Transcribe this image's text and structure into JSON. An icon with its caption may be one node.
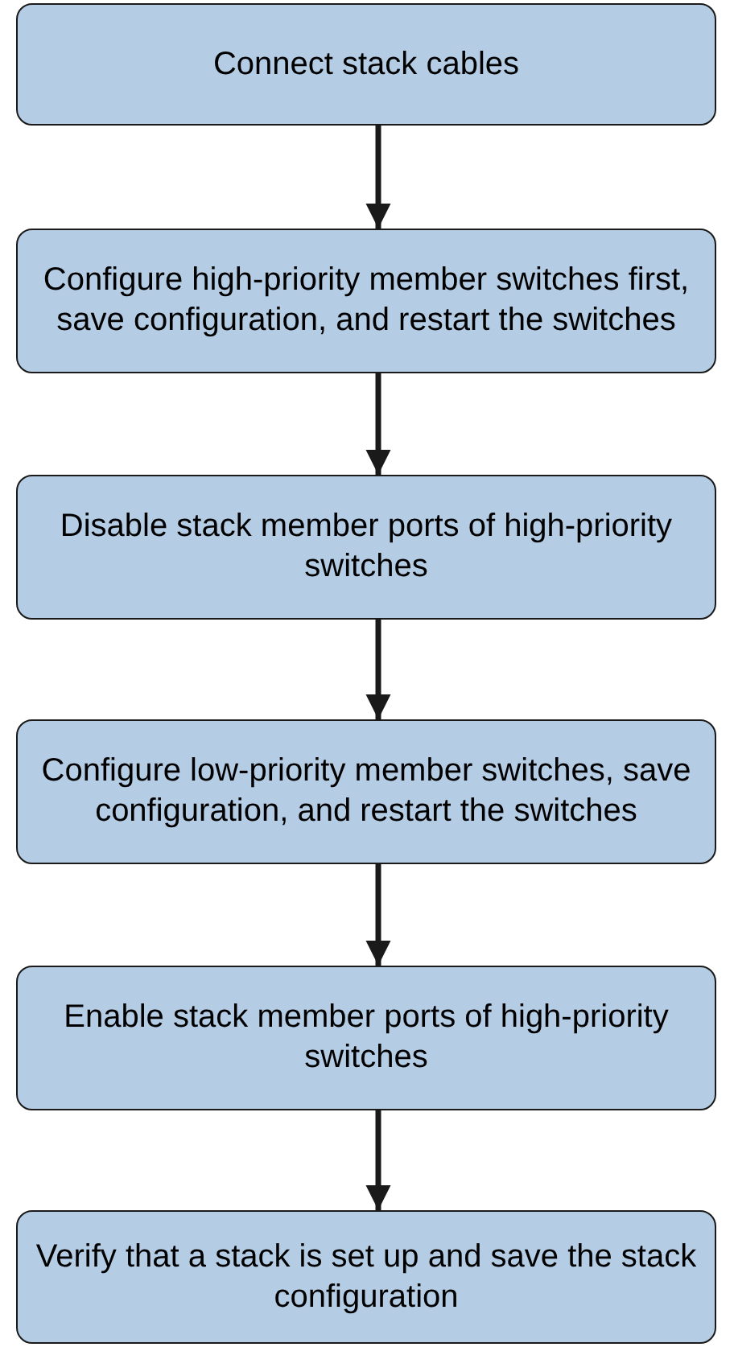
{
  "diagram": {
    "nodes": [
      {
        "text": [
          "Connect stack cables"
        ]
      },
      {
        "text": [
          "Configure high-priority member switches first, save configuration, and restart the switches"
        ]
      },
      {
        "text": [
          "Disable stack member ports of high-priority switches"
        ]
      },
      {
        "text": [
          "Configure low-priority member switches, save configuration, and restart the switches"
        ]
      },
      {
        "text": [
          "Enable stack member ports of high-priority switches"
        ]
      },
      {
        "text": [
          "Verify that a stack is set up and save the stack configuration"
        ]
      }
    ],
    "edges": [
      {
        "from": 0,
        "to": 1,
        "arrow": "to"
      },
      {
        "from": 1,
        "to": 2,
        "arrow": "to"
      },
      {
        "from": 2,
        "to": 3,
        "arrow": "to"
      },
      {
        "from": 3,
        "to": 4,
        "arrow": "to"
      },
      {
        "from": 4,
        "to": 5,
        "arrow": "to"
      }
    ]
  }
}
